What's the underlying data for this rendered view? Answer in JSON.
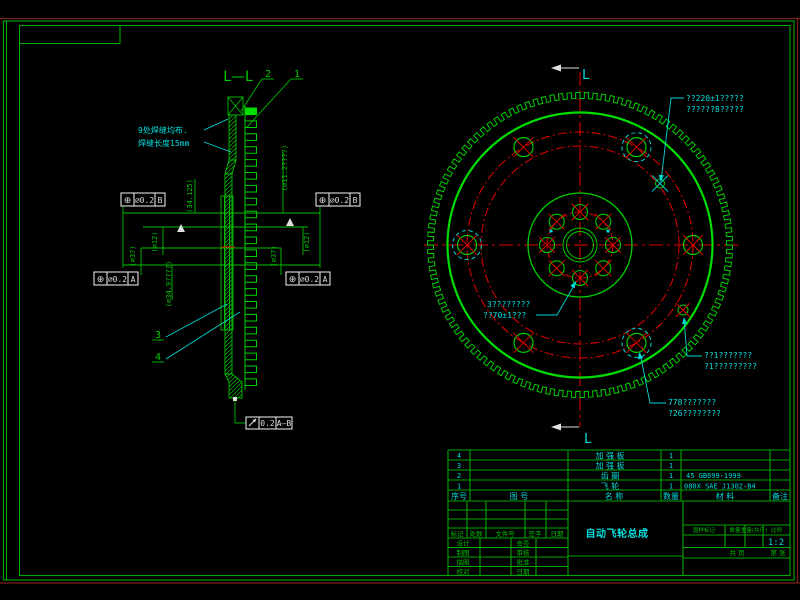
{
  "colors": {
    "green": "#00c000",
    "bright_green": "#00e000",
    "red": "#e60000",
    "cyan": "#00d8d8",
    "white": "#e0e0e0",
    "dark_red": "#7a221a"
  },
  "section_view": {
    "title": "L—L",
    "balloon_1": "1",
    "balloon_2": "2",
    "balloon_3": "3",
    "balloon_4": "4",
    "note_line1": "9处焊缝均布.",
    "note_line2": "焊缝长度15mm",
    "dim_34125": "(34.125)",
    "dim_112": "(⌀11.2????)",
    "dim_12_l": "(⌀12)",
    "dim_12_r": "(⌀12)",
    "dim_37_l": "(⌀37)",
    "dim_37_r": "(⌀37)",
    "dim_349": "(⌀34.9????)",
    "gdt_tl": {
      "sym": "⊕",
      "tol": "⌀0.2",
      "datum": "B"
    },
    "gdt_tr": {
      "sym": "⊕",
      "tol": "⌀0.2",
      "datum": "B"
    },
    "gdt_bl": {
      "sym": "⊕",
      "tol": "⌀0.2",
      "datum": "A"
    },
    "gdt_br": {
      "sym": "⊕",
      "tol": "⌀0.2",
      "datum": "A"
    },
    "runout": {
      "sym": "↗",
      "tol": "0.2",
      "datum": "A—B"
    }
  },
  "front_view": {
    "section_mark_top": "L",
    "section_mark_bottom": "L",
    "ann_top_line1": "??220±1?????",
    "ann_top_line2": "??????8?????",
    "ann_left_line1": "3????????",
    "ann_left_line2": "??70±1???",
    "ann_right_line1": "??1???????",
    "ann_right_line2": "?1?????????",
    "ann_bottom_line1": "778???????",
    "ann_bottom_line2": "?26????????"
  },
  "title_block": {
    "parts_header": {
      "seq": "序号",
      "drawing_no": "图  号",
      "name": "名  称",
      "qty": "数量",
      "material": "材  料",
      "remark": "备注"
    },
    "parts": [
      {
        "seq": "4",
        "name": "加 强 板",
        "qty": "1",
        "material": ""
      },
      {
        "seq": "3",
        "name": "加 强 板",
        "qty": "1",
        "material": ""
      },
      {
        "seq": "2",
        "name": "齿  圈",
        "qty": "1",
        "material": "45 GB699-1999"
      },
      {
        "seq": "1",
        "name": "飞  轮",
        "qty": "1",
        "material": "080X SAE J1302-B4"
      }
    ],
    "title": "自动飞轮总成",
    "left_labels": {
      "mark": "标记",
      "count": "处数",
      "doc_no": "文件号",
      "sign": "签字",
      "date": "日期",
      "r1c1": "设计",
      "r2c1": "制图",
      "r3c1": "描图",
      "r4c1": "校对",
      "r1c3": "会签",
      "r2c3": "审核",
      "r3c3": "批准",
      "r4c3": "日期"
    },
    "right_labels": {
      "h1": "图样标记",
      "h2": "数量",
      "h3": "重量(共斤)",
      "h4": "比例",
      "scale": "1:2",
      "sheets": "共 页",
      "sheet_no": "第 张"
    }
  }
}
